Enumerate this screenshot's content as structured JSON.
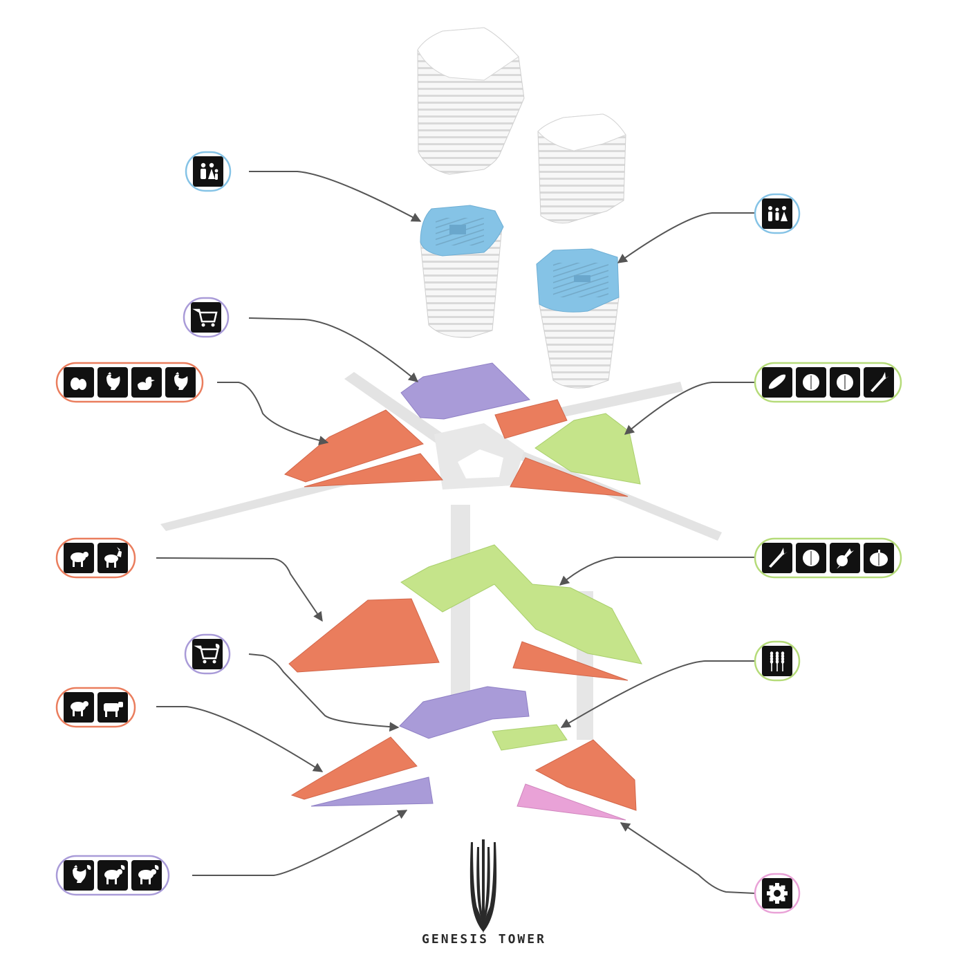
{
  "title": "GENESIS TOWER",
  "colors": {
    "residential": "#85c3e6",
    "market": "#a99bd8",
    "livestock": "#ea7d5d",
    "crops": "#c5e48a",
    "technical": "#e9a2d7",
    "ink": "#111111",
    "connector": "#555555",
    "road": "#e3e3e3"
  },
  "callouts": [
    {
      "id": "residential-upper-left",
      "side": "left",
      "zone": "residential",
      "border": "#85c3e6",
      "icons": [
        "family-icon"
      ]
    },
    {
      "id": "residential-upper-right",
      "side": "right",
      "zone": "residential",
      "border": "#85c3e6",
      "icons": [
        "family-group-icon"
      ]
    },
    {
      "id": "market-upper",
      "side": "left",
      "zone": "market",
      "border": "#a99bd8",
      "icons": [
        "shopping-cart-icon"
      ]
    },
    {
      "id": "poultry",
      "side": "left",
      "zone": "livestock",
      "border": "#ea7d5d",
      "icons": [
        "egg-icon",
        "rooster-icon",
        "duck-icon",
        "hen-icon"
      ]
    },
    {
      "id": "vegetables-upper",
      "side": "right",
      "zone": "crops",
      "border": "#b5db79",
      "icons": [
        "cucumber-icon",
        "lettuce-icon",
        "cabbage-icon",
        "leek-icon"
      ]
    },
    {
      "id": "sheep-goat",
      "side": "left",
      "zone": "livestock",
      "border": "#ea7d5d",
      "icons": [
        "sheep-icon",
        "goat-icon"
      ]
    },
    {
      "id": "vegetables-lower",
      "side": "right",
      "zone": "crops",
      "border": "#b5db79",
      "icons": [
        "carrot-icon",
        "tomato-icon",
        "radish-icon",
        "pumpkin-icon"
      ]
    },
    {
      "id": "market-lower",
      "side": "left",
      "zone": "market",
      "border": "#a99bd8",
      "icons": [
        "shopping-cart-leaf-icon"
      ]
    },
    {
      "id": "grain",
      "side": "right",
      "zone": "crops",
      "border": "#b5db79",
      "icons": [
        "wheat-icon"
      ]
    },
    {
      "id": "sheep-cow",
      "side": "left",
      "zone": "livestock",
      "border": "#ea7d5d",
      "icons": [
        "sheep-icon",
        "cow-icon"
      ]
    },
    {
      "id": "meat-products",
      "side": "left",
      "zone": "market",
      "border": "#a99bd8",
      "icons": [
        "chicken-leaf-icon",
        "sheep-leaf-icon",
        "pig-leaf-icon"
      ]
    },
    {
      "id": "technical",
      "side": "right",
      "zone": "technical",
      "border": "#e9a2d7",
      "icons": [
        "gear-wrench-icon"
      ]
    }
  ]
}
